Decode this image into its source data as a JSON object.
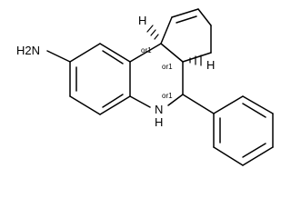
{
  "molecule": {
    "atoms": {
      "amine": "H2N",
      "ring_nh": "N",
      "ring_nh_h": "H",
      "h_top": "H",
      "h_mid": "H"
    },
    "stereo_labels": [
      "or1",
      "or1",
      "or1"
    ],
    "colors": {
      "ink": "#000000",
      "background": "#ffffff"
    }
  }
}
